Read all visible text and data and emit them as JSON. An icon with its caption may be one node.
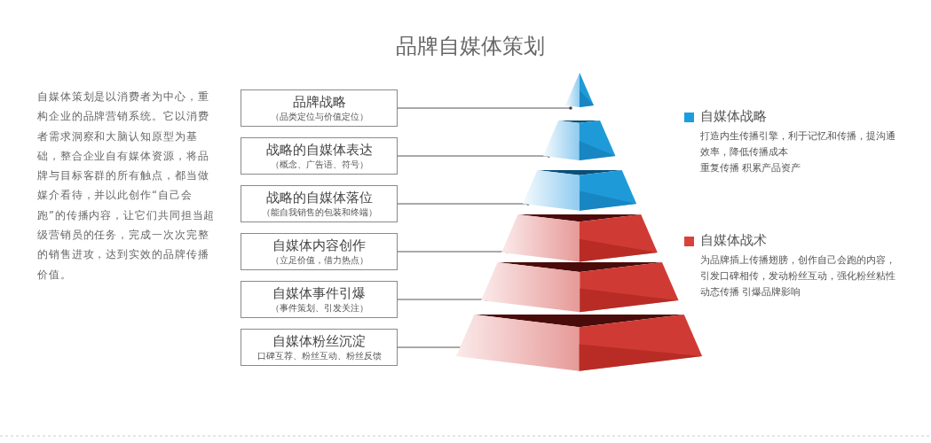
{
  "diagram": {
    "title": "品牌自媒体策划",
    "nodes": [
      {
        "text": [
          "品牌战略",
          "（品类定位与价值定位）"
        ]
      },
      {
        "text": [
          "战略的自媒体表达",
          "（概念、广告语、符号）"
        ]
      },
      {
        "text": [
          "战略的自媒体落位",
          "（能自我销售的包装和终端）"
        ]
      },
      {
        "text": [
          "自媒体内容创作",
          "（立足价值，借力热点）"
        ]
      },
      {
        "text": [
          "自媒体事件引爆",
          "（事件策划、引发关注）"
        ]
      },
      {
        "text": [
          "自媒体粉丝沉淀",
          "口碑互荐、粉丝互动、粉丝反馈"
        ]
      },
      {
        "text": [],
        "shape": "triangle"
      },
      {
        "text": [],
        "shape": "trapezoid"
      },
      {
        "text": [],
        "shape": "trapezoid"
      },
      {
        "text": [],
        "shape": "trapezoid"
      },
      {
        "text": [],
        "shape": "trapezoid"
      },
      {
        "text": [],
        "shape": "trapezoid"
      }
    ],
    "edges": [
      {
        "from": 0,
        "to": 6,
        "arrow": "other"
      },
      {
        "from": 1,
        "to": 7,
        "arrow": "other"
      },
      {
        "from": 2,
        "to": 8,
        "arrow": "other"
      },
      {
        "from": 3,
        "to": 9,
        "arrow": "other"
      },
      {
        "from": 4,
        "to": 10,
        "arrow": "other"
      },
      {
        "from": 5,
        "to": 11,
        "arrow": "other"
      }
    ],
    "labels": [
      "自媒体策划是以消费者为中心，重构企业的品牌营销系统。它以消费者需求洞察和大脑认知原型为基础，整合企业自有媒体资源，将品牌与目标客群的所有触点，都当做媒介看待，并以此创作“自己会跑”的传播内容，让它们共同担当超级营销员的任务，完成一次次完整的销售进攻，达到实效的品牌传播价值。",
      "打造内生传播引擎，利于记忆和传播，提沟通效率，降低传播成本",
      "重复传播 积累产品资产",
      "为品牌插上传播翅膀，创作自己会跑的内容，引发口碑相传，发动粉丝互动，强化粉丝粘性",
      "动态传播 引爆品牌影响"
    ],
    "legend": [
      {
        "text": "自媒体战略",
        "color": "#1a9ee0"
      },
      {
        "text": "自媒体战术",
        "color": "#d9423a"
      }
    ]
  }
}
